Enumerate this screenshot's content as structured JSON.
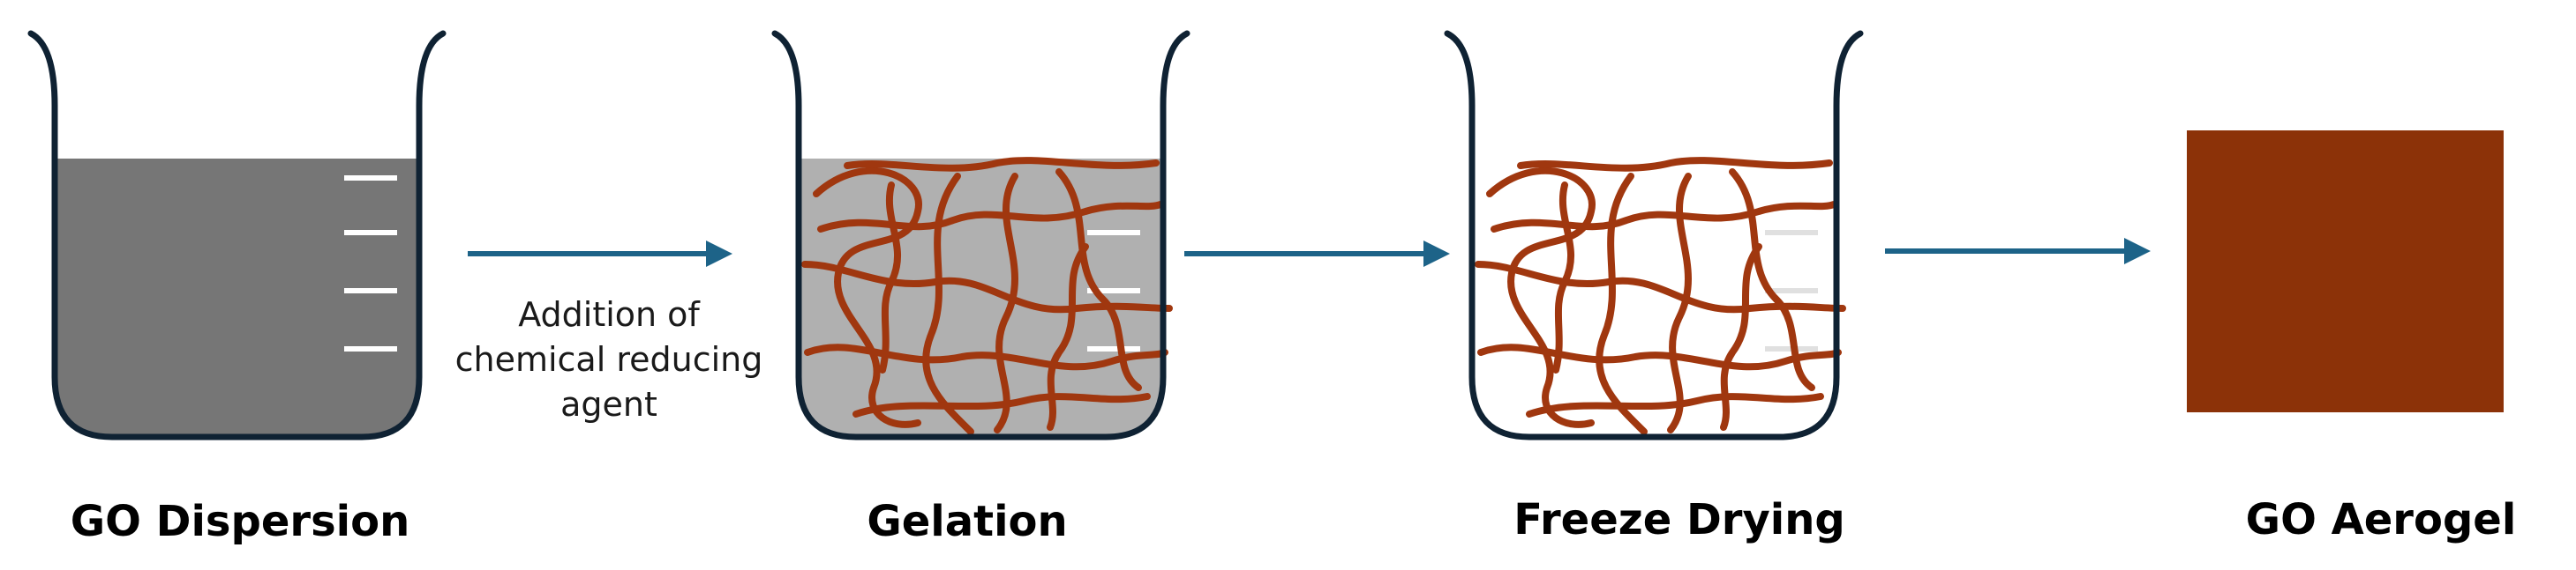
{
  "stages": [
    {
      "id": "go-dispersion",
      "label": "GO Dispersion"
    },
    {
      "id": "gelation",
      "label": "Gelation"
    },
    {
      "id": "freeze-drying",
      "label": "Freeze Drying"
    },
    {
      "id": "go-aerogel",
      "label": "GO Aerogel"
    }
  ],
  "annotation": {
    "line1": "Addition of",
    "line2": "chemical reducing",
    "line3": "agent"
  },
  "colors": {
    "beaker_outline": "#0f2233",
    "dispersion_fill": "#767676",
    "gel_fill": "#b0b0b0",
    "fiber": "#a0370f",
    "aerogel_block": "#8c3208",
    "arrow": "#1d6388",
    "graduation_marks": "#ffffff"
  }
}
